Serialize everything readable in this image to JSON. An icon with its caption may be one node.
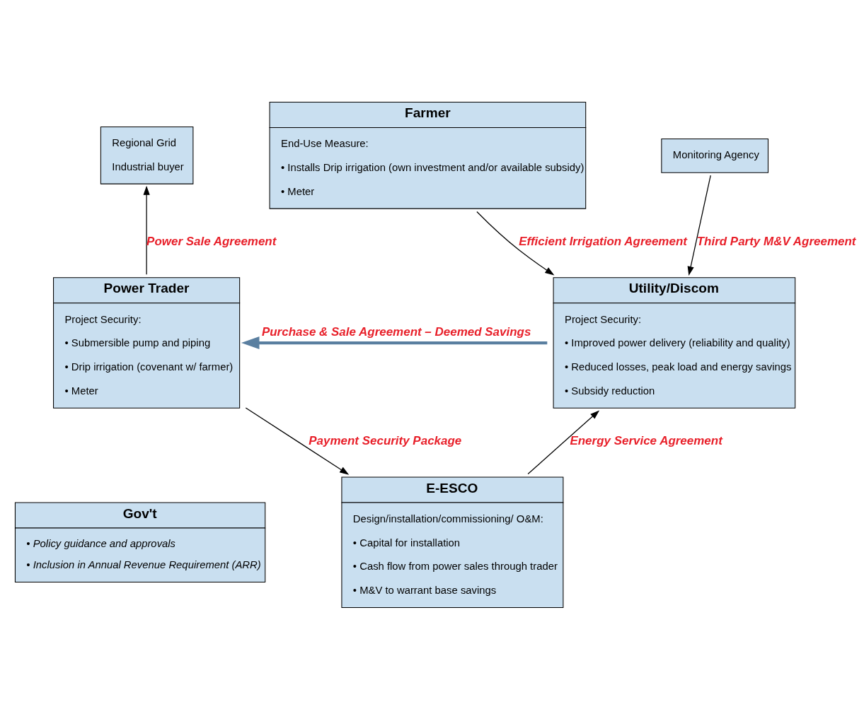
{
  "diagram": {
    "nodes": [
      {
        "text": [
          "Regional Grid",
          "Industrial buyer"
        ]
      },
      {
        "text": [
          "Farmer",
          "End-Use Measure:",
          "• Installs Drip irrigation (own investment and/or available subsidy)",
          "• Meter"
        ]
      },
      {
        "text": [
          "Monitoring Agency"
        ]
      },
      {
        "text": [
          "Power Trader",
          "Project Security:",
          "• Submersible pump and piping",
          "• Drip irrigation (covenant w/ farmer)",
          "• Meter"
        ]
      },
      {
        "text": [
          "Utility/Discom",
          "Project Security:",
          "• Improved power delivery (reliability and quality)",
          "• Reduced losses, peak load and energy savings",
          "• Subsidy reduction"
        ]
      },
      {
        "text": [
          "Gov't",
          "• Policy guidance and approvals",
          "• Inclusion in Annual Revenue Requirement (ARR)"
        ]
      },
      {
        "text": [
          "E-ESCO",
          "Design/installation/commissioning/ O&M:",
          "• Capital for installation",
          "• Cash flow from power sales through trader",
          "• M&V to warrant base savings"
        ]
      }
    ],
    "edges": [
      {
        "from": 3,
        "to": 0,
        "arrow": "to",
        "label": "Power Sale Agreement"
      },
      {
        "from": 1,
        "to": 4,
        "arrow": "to",
        "label": "Efficient Irrigation Agreement"
      },
      {
        "from": 2,
        "to": 4,
        "arrow": "to",
        "label": "Third Party M&V Agreement"
      },
      {
        "from": 4,
        "to": 3,
        "arrow": "to",
        "label": "Purchase & Sale Agreement – Deemed Savings",
        "style": "thick",
        "color": "#5a7fa0"
      },
      {
        "from": 3,
        "to": 6,
        "arrow": "to",
        "label": "Payment Security Package"
      },
      {
        "from": 6,
        "to": 4,
        "arrow": "to",
        "label": "Energy Service Agreement"
      }
    ]
  }
}
